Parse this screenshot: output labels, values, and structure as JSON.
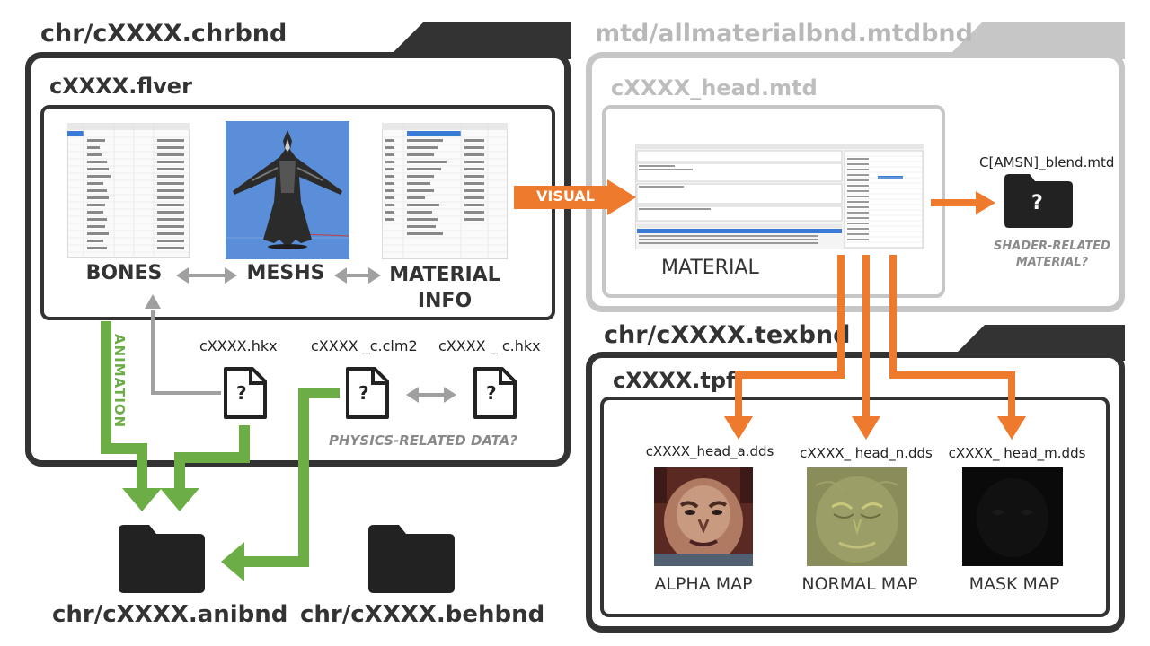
{
  "chrbnd": {
    "title": "chr/cXXXX.chrbnd",
    "flver": {
      "title": "cXXXX.flver",
      "bones_label": "BONES",
      "meshes_label": "MESHS",
      "material_info_label": "MATERIAL\nINFO"
    },
    "hkx_label": "cXXXX.hkx",
    "clm2_label": "cXXXX _c.clm2",
    "chkx_label": "cXXXX _ c.hkx",
    "physics_note": "PHYSICS-RELATED DATA?",
    "animation_label": "ANIMATION"
  },
  "mtdbnd": {
    "title": "mtd/allmaterialbnd.mtdbnd",
    "head_mtd_title": "cXXXX_head.mtd",
    "material_label": "MATERIAL",
    "visual_label": "VISUAL",
    "blend_label": "C[AMSN]_blend.mtd",
    "shader_note": "SHADER-RELATED\nMATERIAL?"
  },
  "texbnd": {
    "title": "chr/cXXXX.texbnd",
    "tpf_title": "cXXXX.tpf",
    "textures": [
      {
        "file": "cXXXX_head_a.dds",
        "label": "ALPHA MAP"
      },
      {
        "file": "cXXXX_ head_n.dds",
        "label": "NORMAL MAP"
      },
      {
        "file": "cXXXX_ head_m.dds",
        "label": "MASK MAP"
      }
    ]
  },
  "bottom": {
    "anibnd_label": "chr/cXXXX.anibnd",
    "behbnd_label": "chr/cXXXX.behbnd"
  },
  "icons": {
    "unknown_file": "?",
    "unknown_folder": "?"
  },
  "colors": {
    "dark": "#333333",
    "gray": "#c6c6c6",
    "orange": "#ee7a2e",
    "green": "#6cae45",
    "arrow_gray": "#a0a0a0"
  }
}
